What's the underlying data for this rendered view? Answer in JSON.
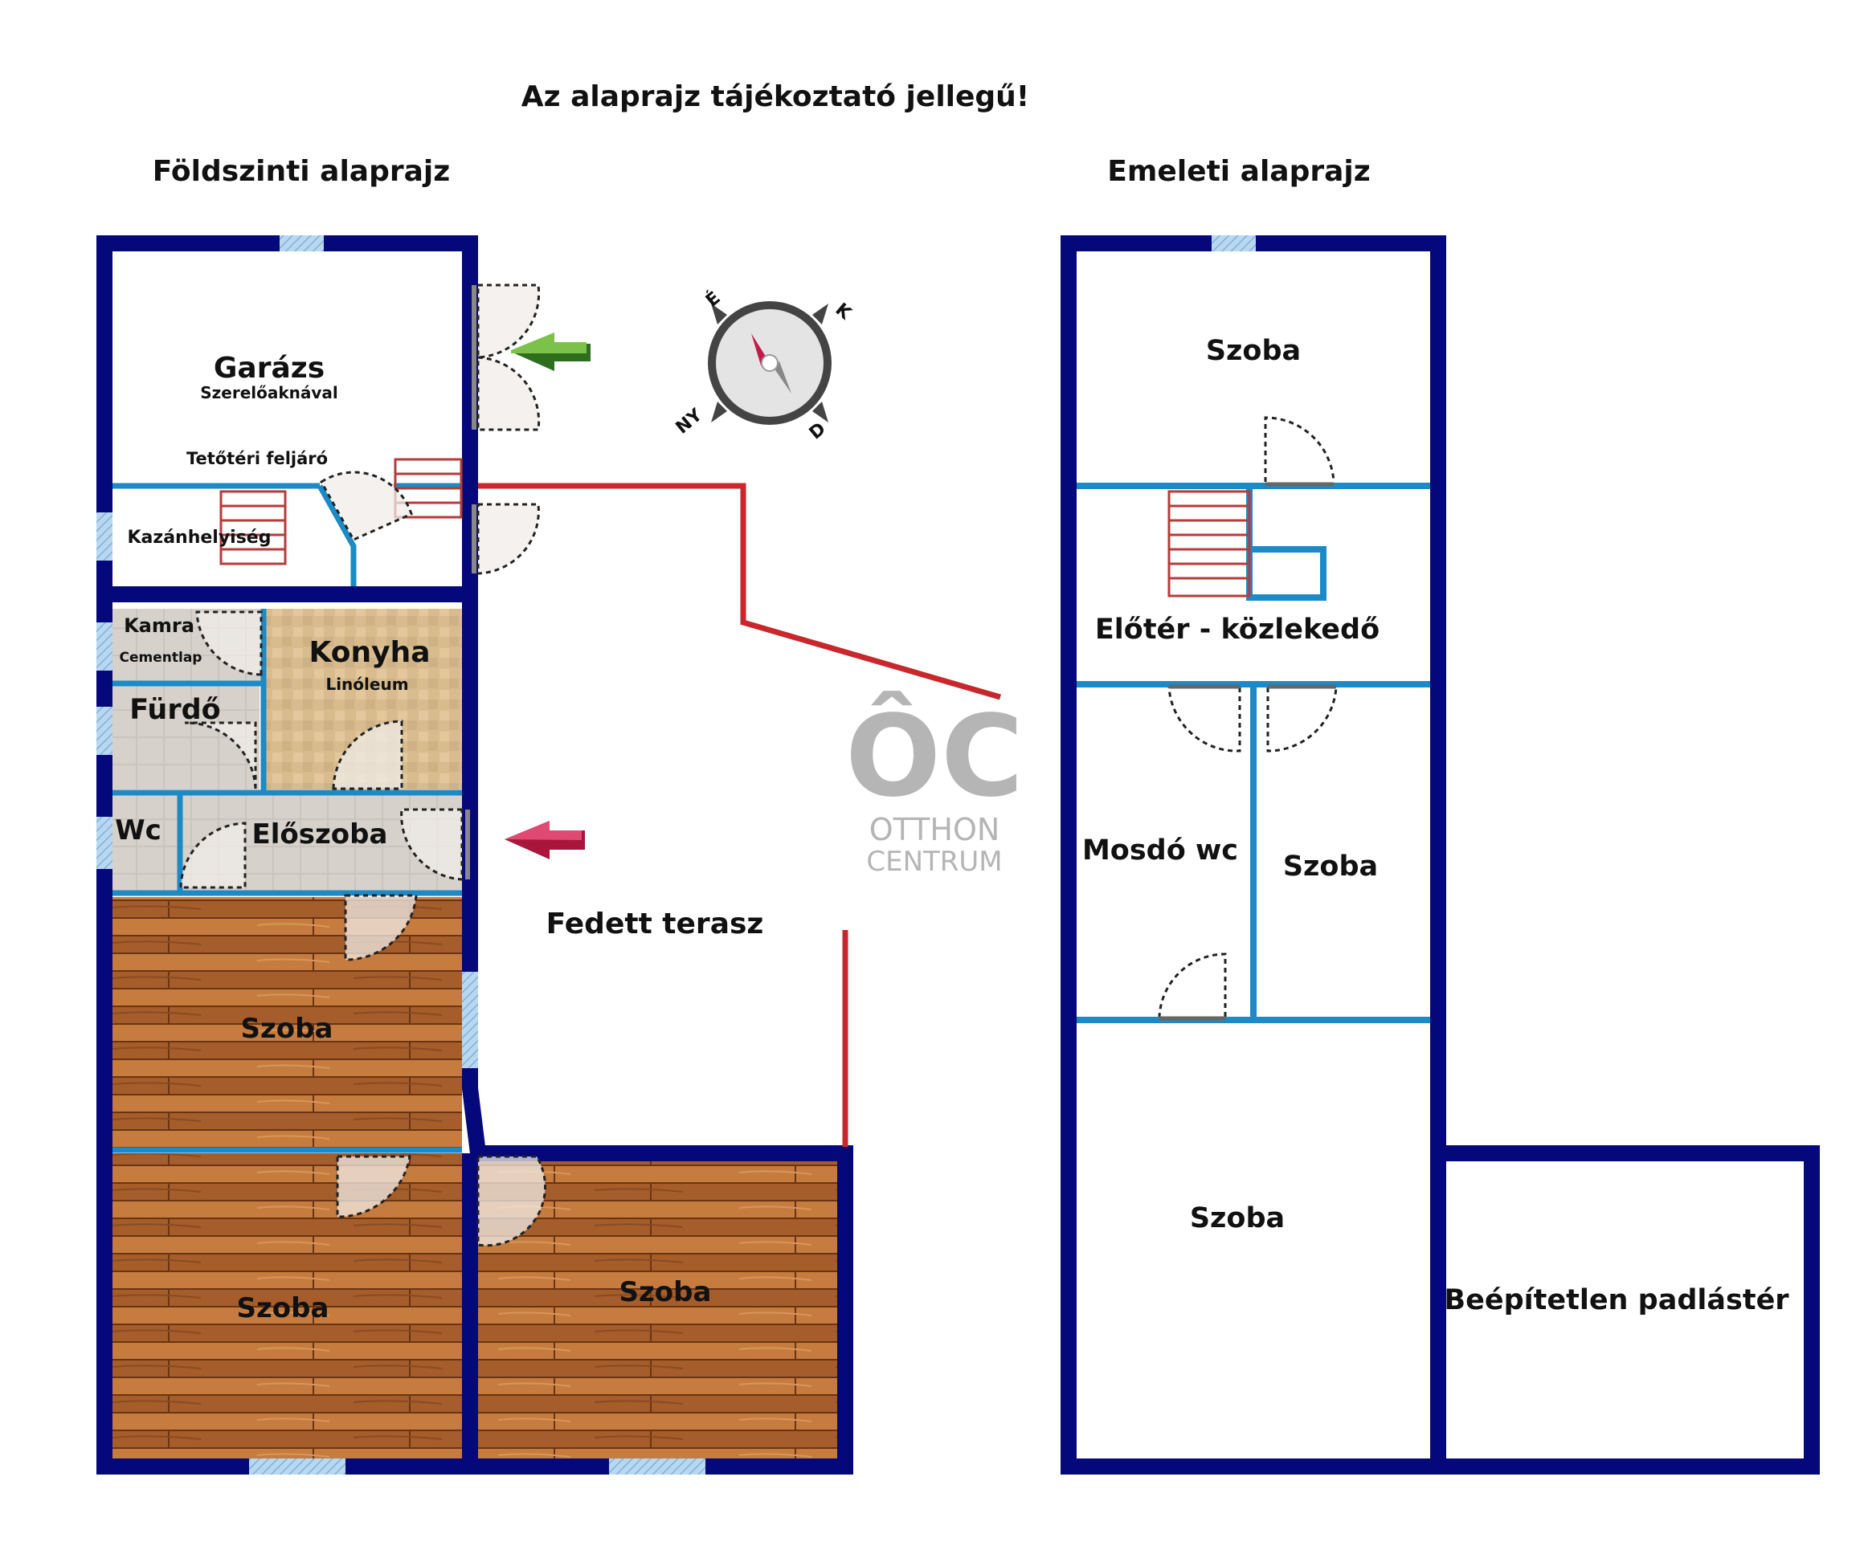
{
  "notice": "Az alaprajz tájékoztató jellegű!",
  "ground": {
    "title": "Földszinti alaprajz",
    "rooms": {
      "garage": "Garázs",
      "garage_sub": "Szerelőaknával",
      "attic_stair": "Tetőtéri feljáró",
      "boiler": "Kazánhelyiség",
      "pantry": "Kamra",
      "pantry_sub": "Cementlap",
      "kitchen": "Konyha",
      "kitchen_sub": "Linóleum",
      "bath": "Fürdő",
      "wc": "Wc",
      "hall": "Előszoba",
      "room1": "Szoba",
      "room2": "Szoba",
      "room3": "Szoba",
      "terrace": "Fedett terasz"
    }
  },
  "upper": {
    "title": "Emeleti alaprajz",
    "rooms": {
      "room_top": "Szoba",
      "lobby": "Előtér - közlekedő",
      "washroom": "Mosdó wc",
      "room_mid": "Szoba",
      "room_bottom": "Szoba",
      "attic": "Beépítetlen padlástér"
    }
  },
  "compass": {
    "n": "É",
    "e": "K",
    "s": "D",
    "w": "NY"
  },
  "logo": {
    "mark": "ÔC",
    "line1": "OTTHON",
    "line2": "CENTRUM"
  },
  "colors": {
    "outer_wall": "#05087a",
    "inner_wall": "#1b8ac7",
    "terrace_line": "#c8282c",
    "stair": "#b83a3a",
    "window": "#9fc6e6",
    "entry_arrow_green": "#5fae35",
    "entry_arrow_red": "#c81e4a"
  }
}
